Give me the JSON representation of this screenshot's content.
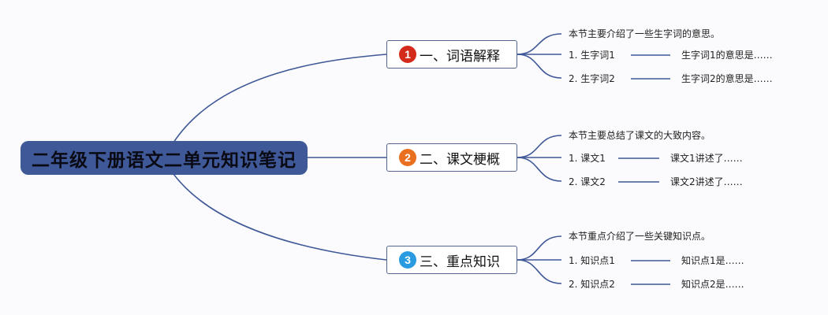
{
  "root": {
    "title": "二年级下册语文二单元知识笔记"
  },
  "branches": [
    {
      "number": "1",
      "label": "一、词语解释",
      "badge_color": "#d42a1c",
      "summary": "本节主要介绍了一些生字词的意思。",
      "items": [
        {
          "term": "1. 生字词1",
          "detail": "生字词1的意思是……"
        },
        {
          "term": "2. 生字词2",
          "detail": "生字词2的意思是……"
        }
      ]
    },
    {
      "number": "2",
      "label": "二、课文梗概",
      "badge_color": "#e8701e",
      "summary": "本节主要总结了课文的大致内容。",
      "items": [
        {
          "term": "1. 课文1",
          "detail": "课文1讲述了……"
        },
        {
          "term": "2. 课文2",
          "detail": "课文2讲述了……"
        }
      ]
    },
    {
      "number": "3",
      "label": "三、重点知识",
      "badge_color": "#2a9be0",
      "summary": "本节重点介绍了一些关键知识点。",
      "items": [
        {
          "term": "1. 知识点1",
          "detail": "知识点1是……"
        },
        {
          "term": "2. 知识点2",
          "detail": "知识点2是……"
        }
      ]
    }
  ],
  "colors": {
    "line": "#3f5897",
    "root_fill": "#3f5897"
  }
}
